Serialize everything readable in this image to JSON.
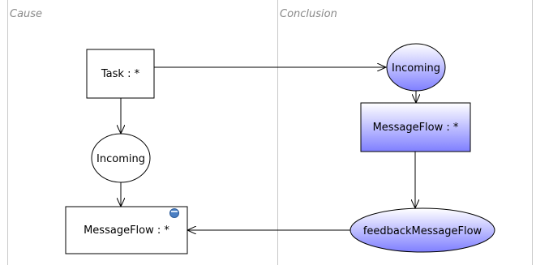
{
  "panels": {
    "left": {
      "title": "Cause"
    },
    "right": {
      "title": "Conclusion"
    }
  },
  "nodes": {
    "task": {
      "label": "Task : *"
    },
    "incoming_left": {
      "label": "Incoming"
    },
    "messageflow_left": {
      "label": "MessageFlow : *"
    },
    "incoming_right": {
      "label": "Incoming"
    },
    "messageflow_right": {
      "label": "MessageFlow : *"
    },
    "feedback": {
      "label": "feedbackMessageFlow"
    }
  },
  "colors": {
    "node_fill_plain": "#ffffff",
    "node_fill_gradient_top": "#ffffff",
    "node_fill_gradient_bottom": "#7f7fff",
    "stroke": "#000000",
    "badge": "#4a7fc3"
  }
}
